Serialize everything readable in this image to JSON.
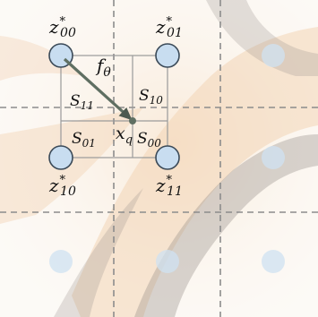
{
  "colors": {
    "background_light": "#fbf6ef",
    "wing_orange": "#e9b27a",
    "wing_dark": "#3a2b22",
    "grid_dash": "#8c8c8c",
    "cell_box": "#9a9a9a",
    "node_fill": "#c8ddf0",
    "node_stroke": "#3b4a58",
    "faded_node": "#cfe1f1",
    "arrow": "#5f6f62"
  },
  "labels": {
    "z00": {
      "base": "z",
      "sub": "00",
      "sup": "*"
    },
    "z01": {
      "base": "z",
      "sub": "01",
      "sup": "*"
    },
    "z10": {
      "base": "z",
      "sub": "10",
      "sup": "*"
    },
    "z11": {
      "base": "z",
      "sub": "11",
      "sup": "*"
    },
    "f_theta": {
      "base": "f",
      "sub": "θ"
    },
    "x_q": {
      "base": "x",
      "sub": "q"
    },
    "S11": {
      "base": "S",
      "sub": "11"
    },
    "S10": {
      "base": "S",
      "sub": "10"
    },
    "S01": {
      "base": "S",
      "sub": "01"
    },
    "S00": {
      "base": "S",
      "sub": "00"
    }
  },
  "icons": {
    "background": "monarch-butterfly-wing-image",
    "nodes": "latent-code-circle",
    "arrow": "mapping-arrow"
  }
}
